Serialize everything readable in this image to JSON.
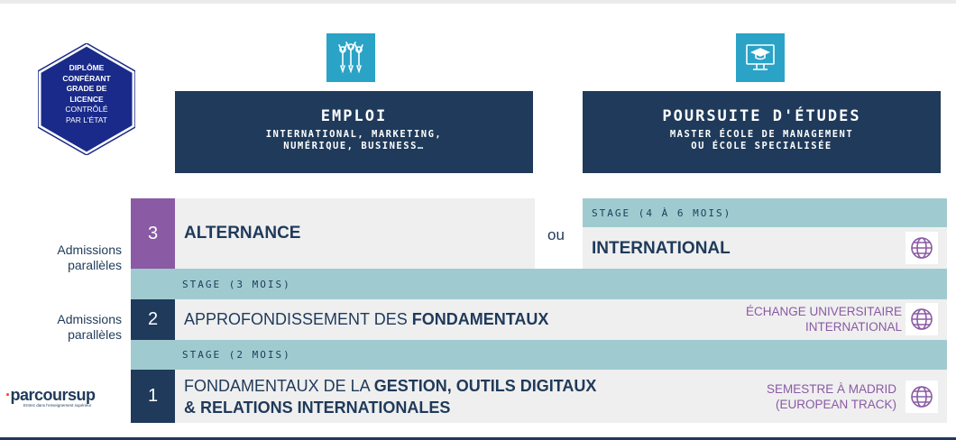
{
  "badge": {
    "line1": "DIPLÔME",
    "line2": "CONFÉRANT",
    "line3": "GRADE DE",
    "line4": "LICENCE",
    "line5": "CONTRÔLÉ",
    "line6": "PAR L'ÉTAT"
  },
  "emploi": {
    "title": "EMPLOI",
    "subtitle1": "INTERNATIONAL, MARKETING,",
    "subtitle2": "NUMÉRIQUE, BUSINESS…",
    "icon": "people-celebrating-icon"
  },
  "poursuite": {
    "title": "POURSUITE D'ÉTUDES",
    "subtitle1": "MASTER ÉCOLE DE MANAGEMENT",
    "subtitle2": "OU ÉCOLE SPECIALISÉE",
    "icon": "online-graduation-icon"
  },
  "year3": {
    "number": "3",
    "label": "ALTERNANCE",
    "or": "ou",
    "stage": "STAGE (4 À 6 MOIS)",
    "alt_label": "INTERNATIONAL",
    "side_label_1": "Admissions",
    "side_label_2": "parallèles"
  },
  "stage3": "STAGE (3 MOIS)",
  "year2": {
    "number": "2",
    "label_prefix": "APPROFONDISSEMENT DES ",
    "label_bold": "FONDAMENTAUX",
    "right_1": "ÉCHANGE UNIVERSITAIRE",
    "right_2": "INTERNATIONAL",
    "side_label_1": "Admissions",
    "side_label_2": "parallèles"
  },
  "stage2": "STAGE (2 MOIS)",
  "year1": {
    "number": "1",
    "label_prefix": "FONDAMENTAUX DE LA ",
    "label_bold_1": "GESTION, OUTILS DIGITAUX",
    "label_bold_2": "& RELATIONS INTERNATIONALES",
    "right_1": "SEMESTRE À MADRID",
    "right_2": "(EUROPEAN TRACK)"
  },
  "parcoursup": {
    "name": "parcoursup",
    "tagline": "Entrez dans l'enseignement supérieur"
  },
  "colors": {
    "navy": "#1f3a5a",
    "teal": "#9fcbd0",
    "purple": "#8a5aa4",
    "grey": "#efefef",
    "cyan": "#2aa3c7"
  }
}
